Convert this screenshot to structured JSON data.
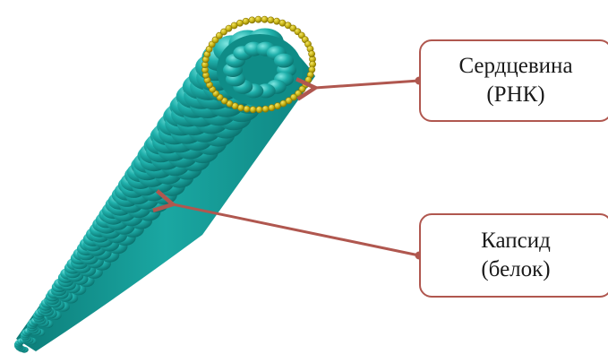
{
  "labels": {
    "core": {
      "line1": "Сердцевина",
      "line2": "(РНК)"
    },
    "capsid": {
      "line1": "Капсид",
      "line2": "(белок)"
    }
  },
  "colors": {
    "protein": "#1aa7a2",
    "protein_dark": "#0d7f7b",
    "protein_light": "#57d4cf",
    "rna": "#c9b515",
    "rna_dark": "#8d7a05",
    "arrow": "#b0574f"
  },
  "illustration": "tobacco-mosaic-virus-segment"
}
